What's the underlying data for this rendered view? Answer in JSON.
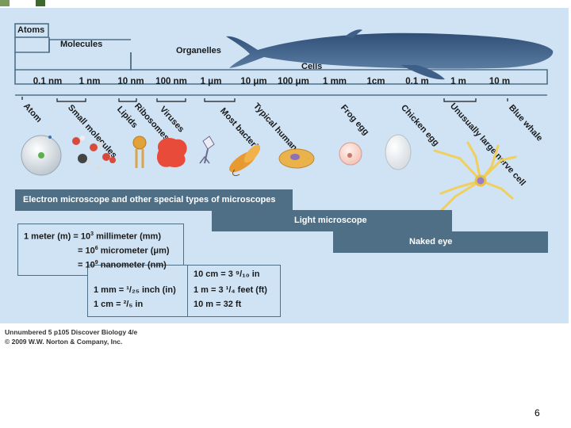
{
  "levels": [
    {
      "key": "atoms",
      "label": "Atoms"
    },
    {
      "key": "molecules",
      "label": "Molecules"
    },
    {
      "key": "organelles",
      "label": "Organelles"
    },
    {
      "key": "cells",
      "label": "Cells"
    }
  ],
  "scale": [
    "0.1 nm",
    "1 nm",
    "10 nm",
    "100 nm",
    "1 μm",
    "10 μm",
    "100 μm",
    "1 mm",
    "1cm",
    "0.1 m",
    "1 m",
    "10 m"
  ],
  "objects": [
    "Atom",
    "Small molecules",
    "Lipids",
    "Ribosomes",
    "Viruses",
    "Most bacteria",
    "Typical human cell",
    "Frog egg",
    "Chicken egg",
    "Unusually large nerve cell",
    "Blue whale"
  ],
  "microscopes": {
    "electron": "Electron microscope and other special types of microscopes",
    "light": "Light microscope",
    "eye": "Naked eye"
  },
  "conversions": {
    "meter": {
      "lhs": "1 meter (m)",
      "rows": [
        {
          "sep": "=",
          "base": "10",
          "exp": "3",
          "unit": "millimeter (mm)"
        },
        {
          "sep": "=",
          "base": "10",
          "exp": "6",
          "unit": "micrometer (μm)"
        },
        {
          "sep": "=",
          "base": "10",
          "exp": "9",
          "unit": "nanometer (nm)"
        }
      ]
    },
    "left": [
      "1 mm = ¹/₂₅ inch (in)",
      "1 cm = ²/₅ in"
    ],
    "right": [
      "10 cm = 3 ⁹/₁₀ in",
      "1 m = 3 ¹/₄ feet (ft)",
      "10 m = 32 ft"
    ]
  },
  "footer": {
    "line1": "Unnumbered 5 p105  Discover Biology 4/e",
    "line2": "© 2009 W.W. Norton & Company, Inc."
  },
  "page_number": "6",
  "colors": {
    "background": "#cfe3f5",
    "bar": "#4f6f86",
    "line": "#4f6f86",
    "accent": "#3b6a2c"
  }
}
